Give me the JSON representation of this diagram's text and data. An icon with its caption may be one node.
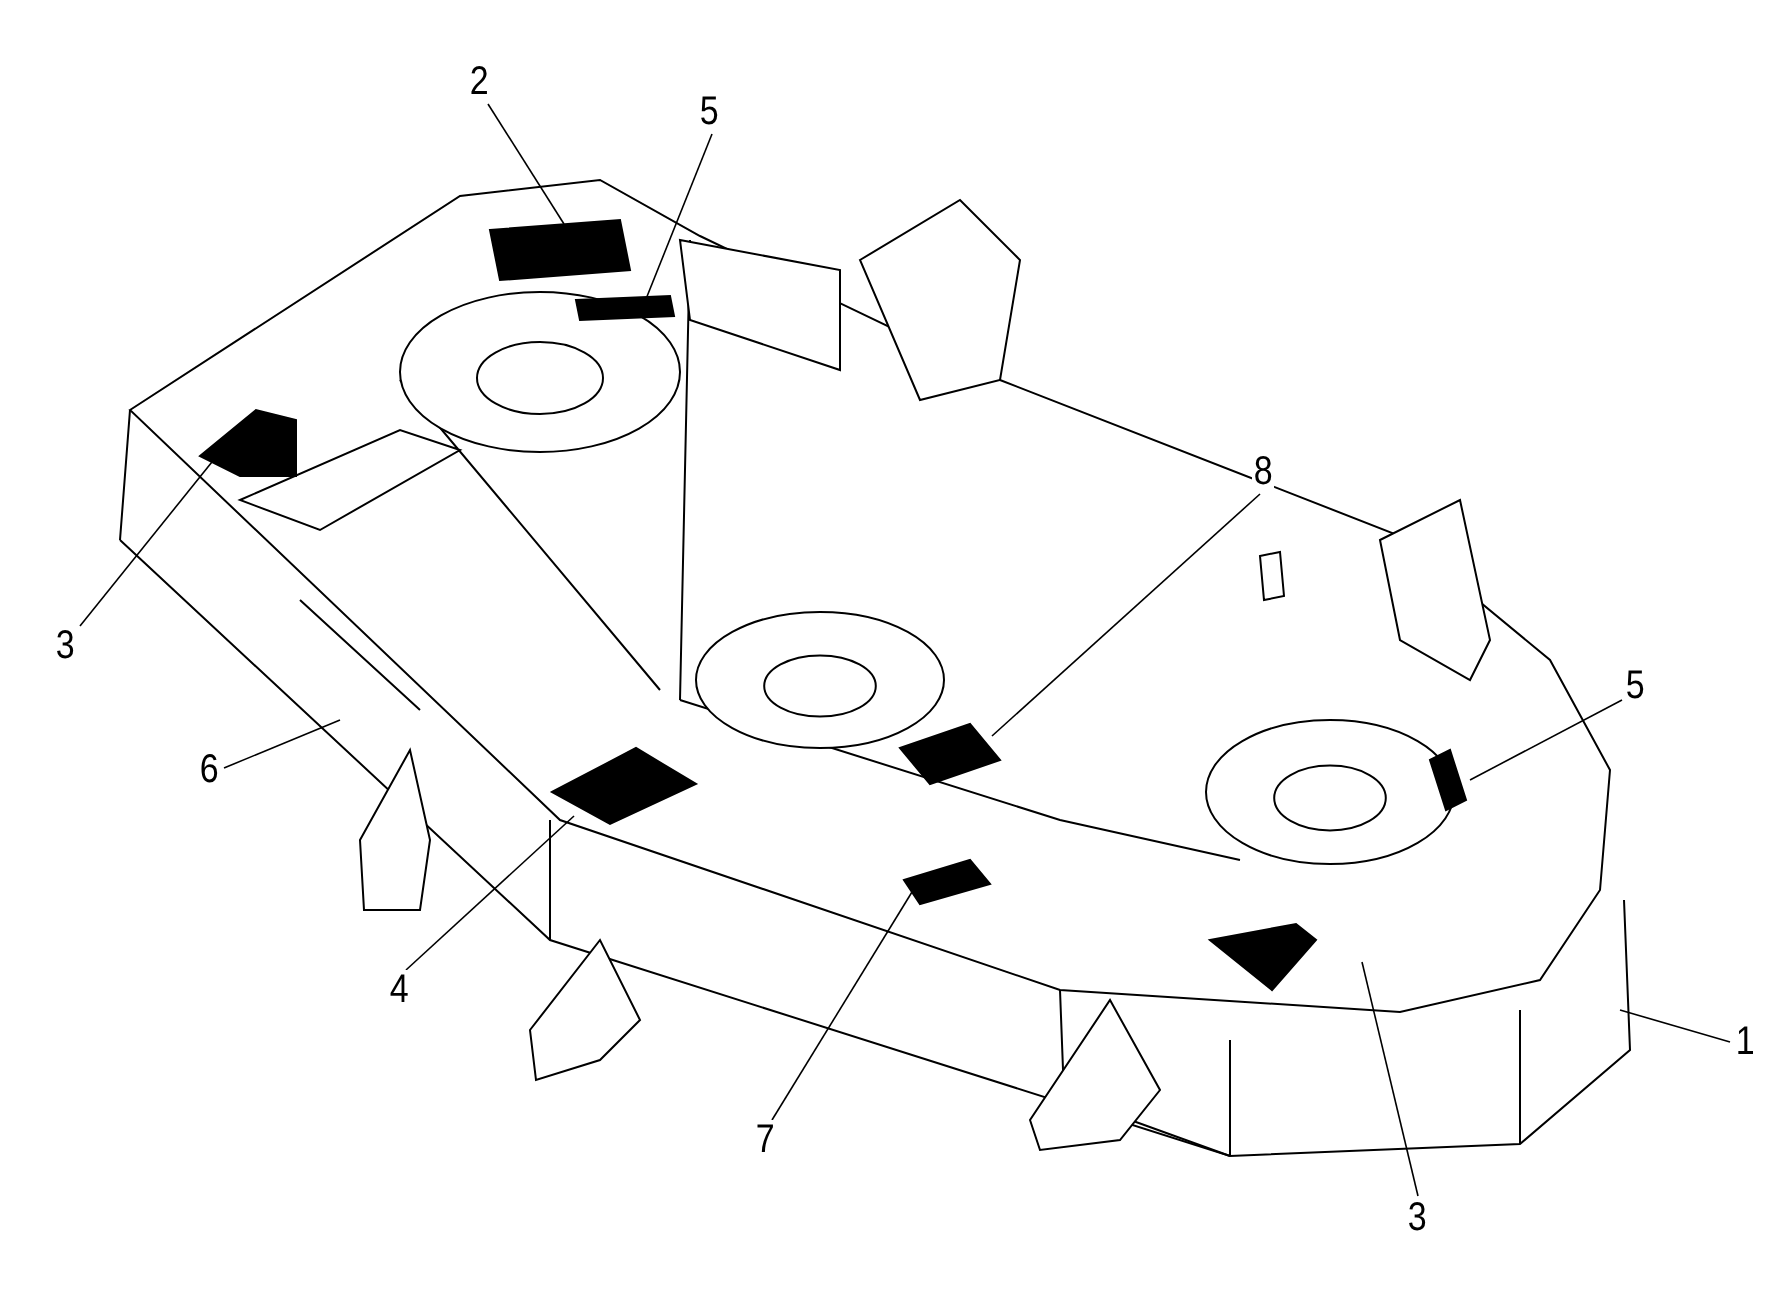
{
  "diagram": {
    "nodes": [
      {
        "text": [
          "2"
        ]
      },
      {
        "text": [
          "5"
        ]
      },
      {
        "text": [
          "3"
        ]
      },
      {
        "text": [
          "8"
        ]
      },
      {
        "text": [
          "5"
        ]
      },
      {
        "text": [
          "6"
        ]
      },
      {
        "text": [
          "4"
        ]
      },
      {
        "text": [
          "7"
        ]
      },
      {
        "text": [
          "1"
        ]
      },
      {
        "text": [
          "3"
        ]
      }
    ],
    "edges": [
      {
        "from": 0,
        "to": null,
        "arrow": "none"
      },
      {
        "from": 1,
        "to": null,
        "arrow": "none"
      },
      {
        "from": 2,
        "to": null,
        "arrow": "none"
      },
      {
        "from": 3,
        "to": null,
        "arrow": "none"
      },
      {
        "from": 4,
        "to": null,
        "arrow": "none"
      },
      {
        "from": 5,
        "to": null,
        "arrow": "none"
      },
      {
        "from": 6,
        "to": null,
        "arrow": "none"
      },
      {
        "from": 7,
        "to": null,
        "arrow": "none"
      },
      {
        "from": 8,
        "to": null,
        "arrow": "none"
      },
      {
        "from": 9,
        "to": null,
        "arrow": "none"
      }
    ]
  }
}
